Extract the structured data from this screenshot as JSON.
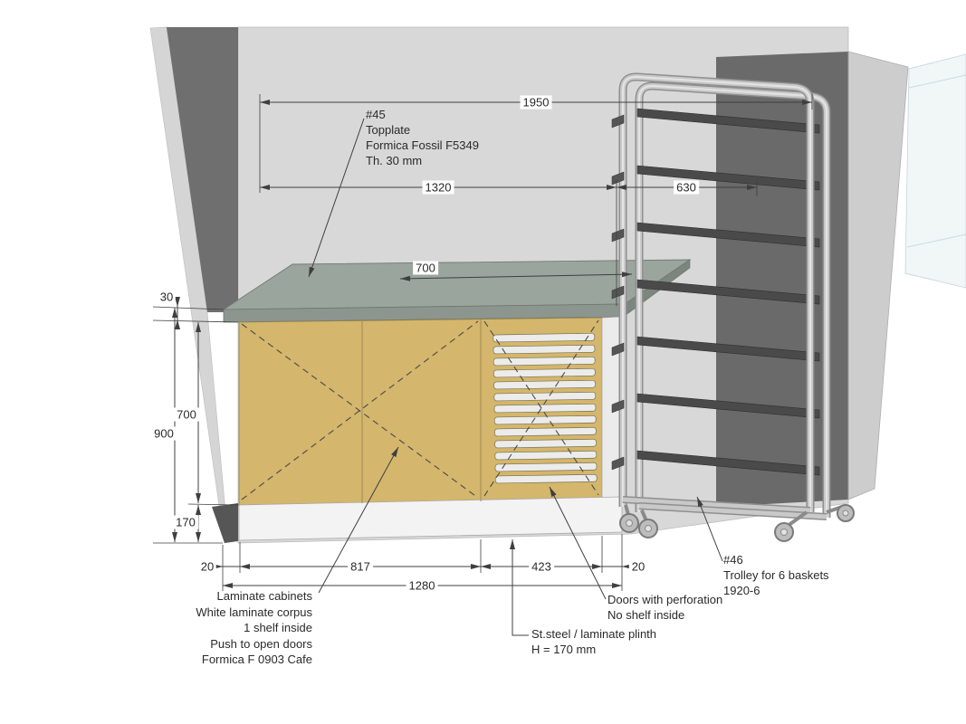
{
  "annotations": {
    "topplate": {
      "lines": [
        "#45",
        "Topplate",
        "Formica Fossil F5349",
        "Th. 30 mm"
      ]
    },
    "cabinets": {
      "lines": [
        "Laminate cabinets",
        "White laminate corpus",
        "1 shelf inside",
        "Push to open doors",
        "Formica F 0903 Cafe"
      ]
    },
    "perforation": {
      "lines": [
        "Doors with perforation",
        "No shelf inside"
      ]
    },
    "plinth": {
      "lines": [
        "St.steel / laminate plinth",
        "H = 170 mm"
      ]
    },
    "trolley": {
      "lines": [
        "#46",
        "Trolley for 6 baskets",
        "1920-6"
      ]
    }
  },
  "dimensions": {
    "overall_width": "1950",
    "counter_width": "1320",
    "trolley_width": "630",
    "counter_depth": "700",
    "topplate_thickness": "30",
    "front_height": "700",
    "total_height": "900",
    "plinth_height": "170",
    "gap_left": "20",
    "doors_width": "817",
    "perforated_door_width": "423",
    "gap_right": "20",
    "cabinet_total_width": "1280"
  },
  "colors": {
    "topplate": "#9aa59d",
    "door_laminate": "#d4b66c",
    "wall_light": "#d8d8d8",
    "wall_dark": "#6a6a6a",
    "plinth": "#f3f3f3",
    "line": "#3f3f3f"
  }
}
